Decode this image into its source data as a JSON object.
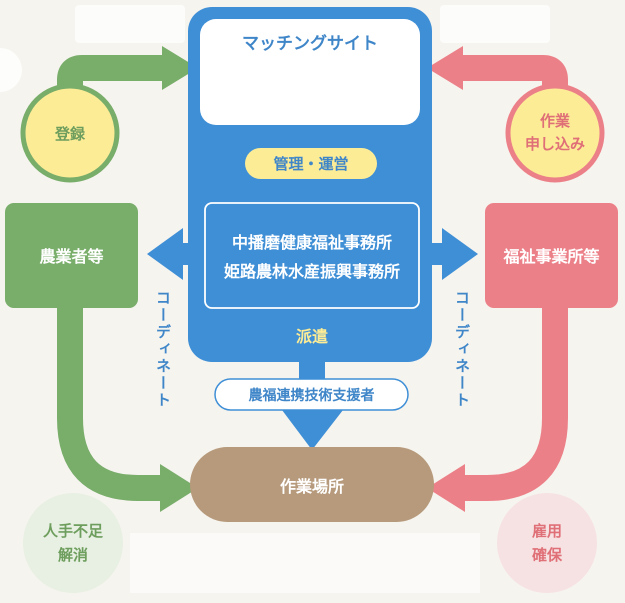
{
  "colors": {
    "blue": "#3f8fd6",
    "green": "#78ad6a",
    "pink": "#ec8088",
    "brown": "#b69a7b",
    "yellow": "#fcec96"
  },
  "site": {
    "title": "マッチングサイト",
    "management": "管理・運営"
  },
  "offices": {
    "line1": "中播磨健康福祉事務所",
    "line2": "姫路農林水産振興事務所"
  },
  "dispatch": "派遣",
  "supporter": "農福連携技術支援者",
  "workplace": "作業場所",
  "left": {
    "entity": "農業者等",
    "action": "登録",
    "coordinate": "コーディネート",
    "result": "人手不足\n解消"
  },
  "right": {
    "entity": "福祉事業所等",
    "action": "作業\n申し込み",
    "coordinate": "コーディネート",
    "result": "雇用\n確保"
  }
}
